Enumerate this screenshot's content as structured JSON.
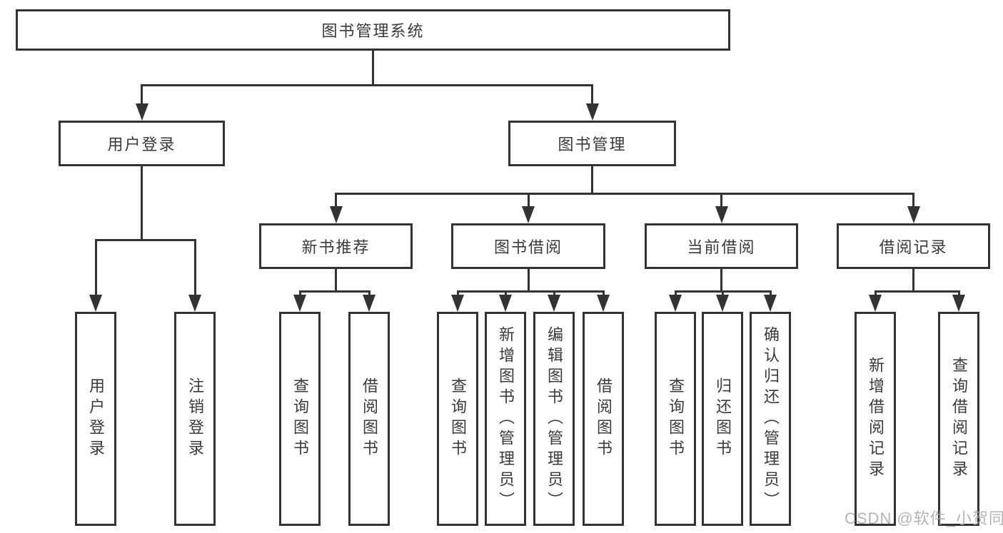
{
  "diagram": {
    "root": "图书管理系统",
    "level2": [
      "用户登录",
      "图书管理"
    ],
    "level3": [
      "新书推荐",
      "图书借阅",
      "当前借阅",
      "借阅记录"
    ],
    "leaves": {
      "user_login": [
        "用户登录",
        "注销登录"
      ],
      "new_book_recommend": [
        "查询图书",
        "借阅图书"
      ],
      "book_borrow": [
        "查询图书",
        "新增图书（管理员）",
        "编辑图书（管理员）",
        "借阅图书"
      ],
      "current_borrow": [
        "查询图书",
        "归还图书",
        "确认归还（管理员）"
      ],
      "borrow_record": [
        "新增借阅记录",
        "查询借阅记录"
      ]
    },
    "watermark": "CSDN @软件_小贺同学",
    "colors": {
      "line": "#333333",
      "text": "#3a3a3a",
      "background": "#ffffff",
      "watermark": "#a8a8a8"
    }
  }
}
